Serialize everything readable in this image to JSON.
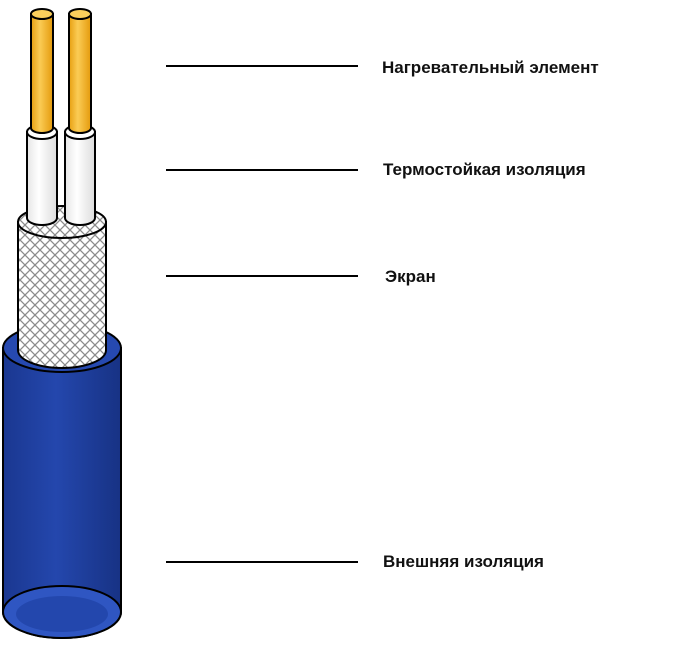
{
  "colors": {
    "conductor": "#f2b01e",
    "conductor_highlight": "#fbd36a",
    "insulation": "#ffffff",
    "shield_braid": "#9a9a9a",
    "jacket": "#2040a0",
    "jacket_dark": "#142a78",
    "jacket_rim": "#3358c4",
    "outline": "#000000"
  },
  "labels": {
    "heating_element": "Нагревательный элемент",
    "heat_resistant_insulation": "Термостойкая изоляция",
    "shield": "Экран",
    "outer_insulation": "Внешняя изоляция"
  }
}
